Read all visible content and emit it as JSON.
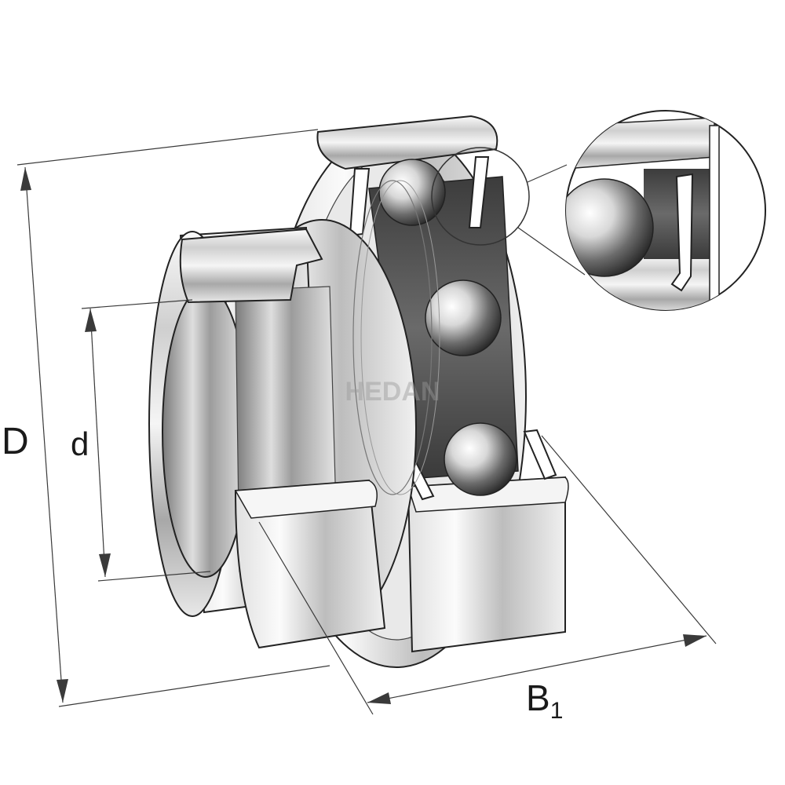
{
  "dimensions": {
    "outer_diameter_label": "D",
    "bore_diameter_label": "d",
    "width_label": "B",
    "width_label_subscript": "1"
  },
  "watermark": "HEDAN",
  "colors": {
    "line": "#3a3a3a",
    "steel_light": "#f2f2f2",
    "steel_mid": "#b9b9b9",
    "steel_dark": "#555555",
    "background": "#ffffff"
  },
  "icons": {
    "detail_callout": "magnifier-circle"
  }
}
